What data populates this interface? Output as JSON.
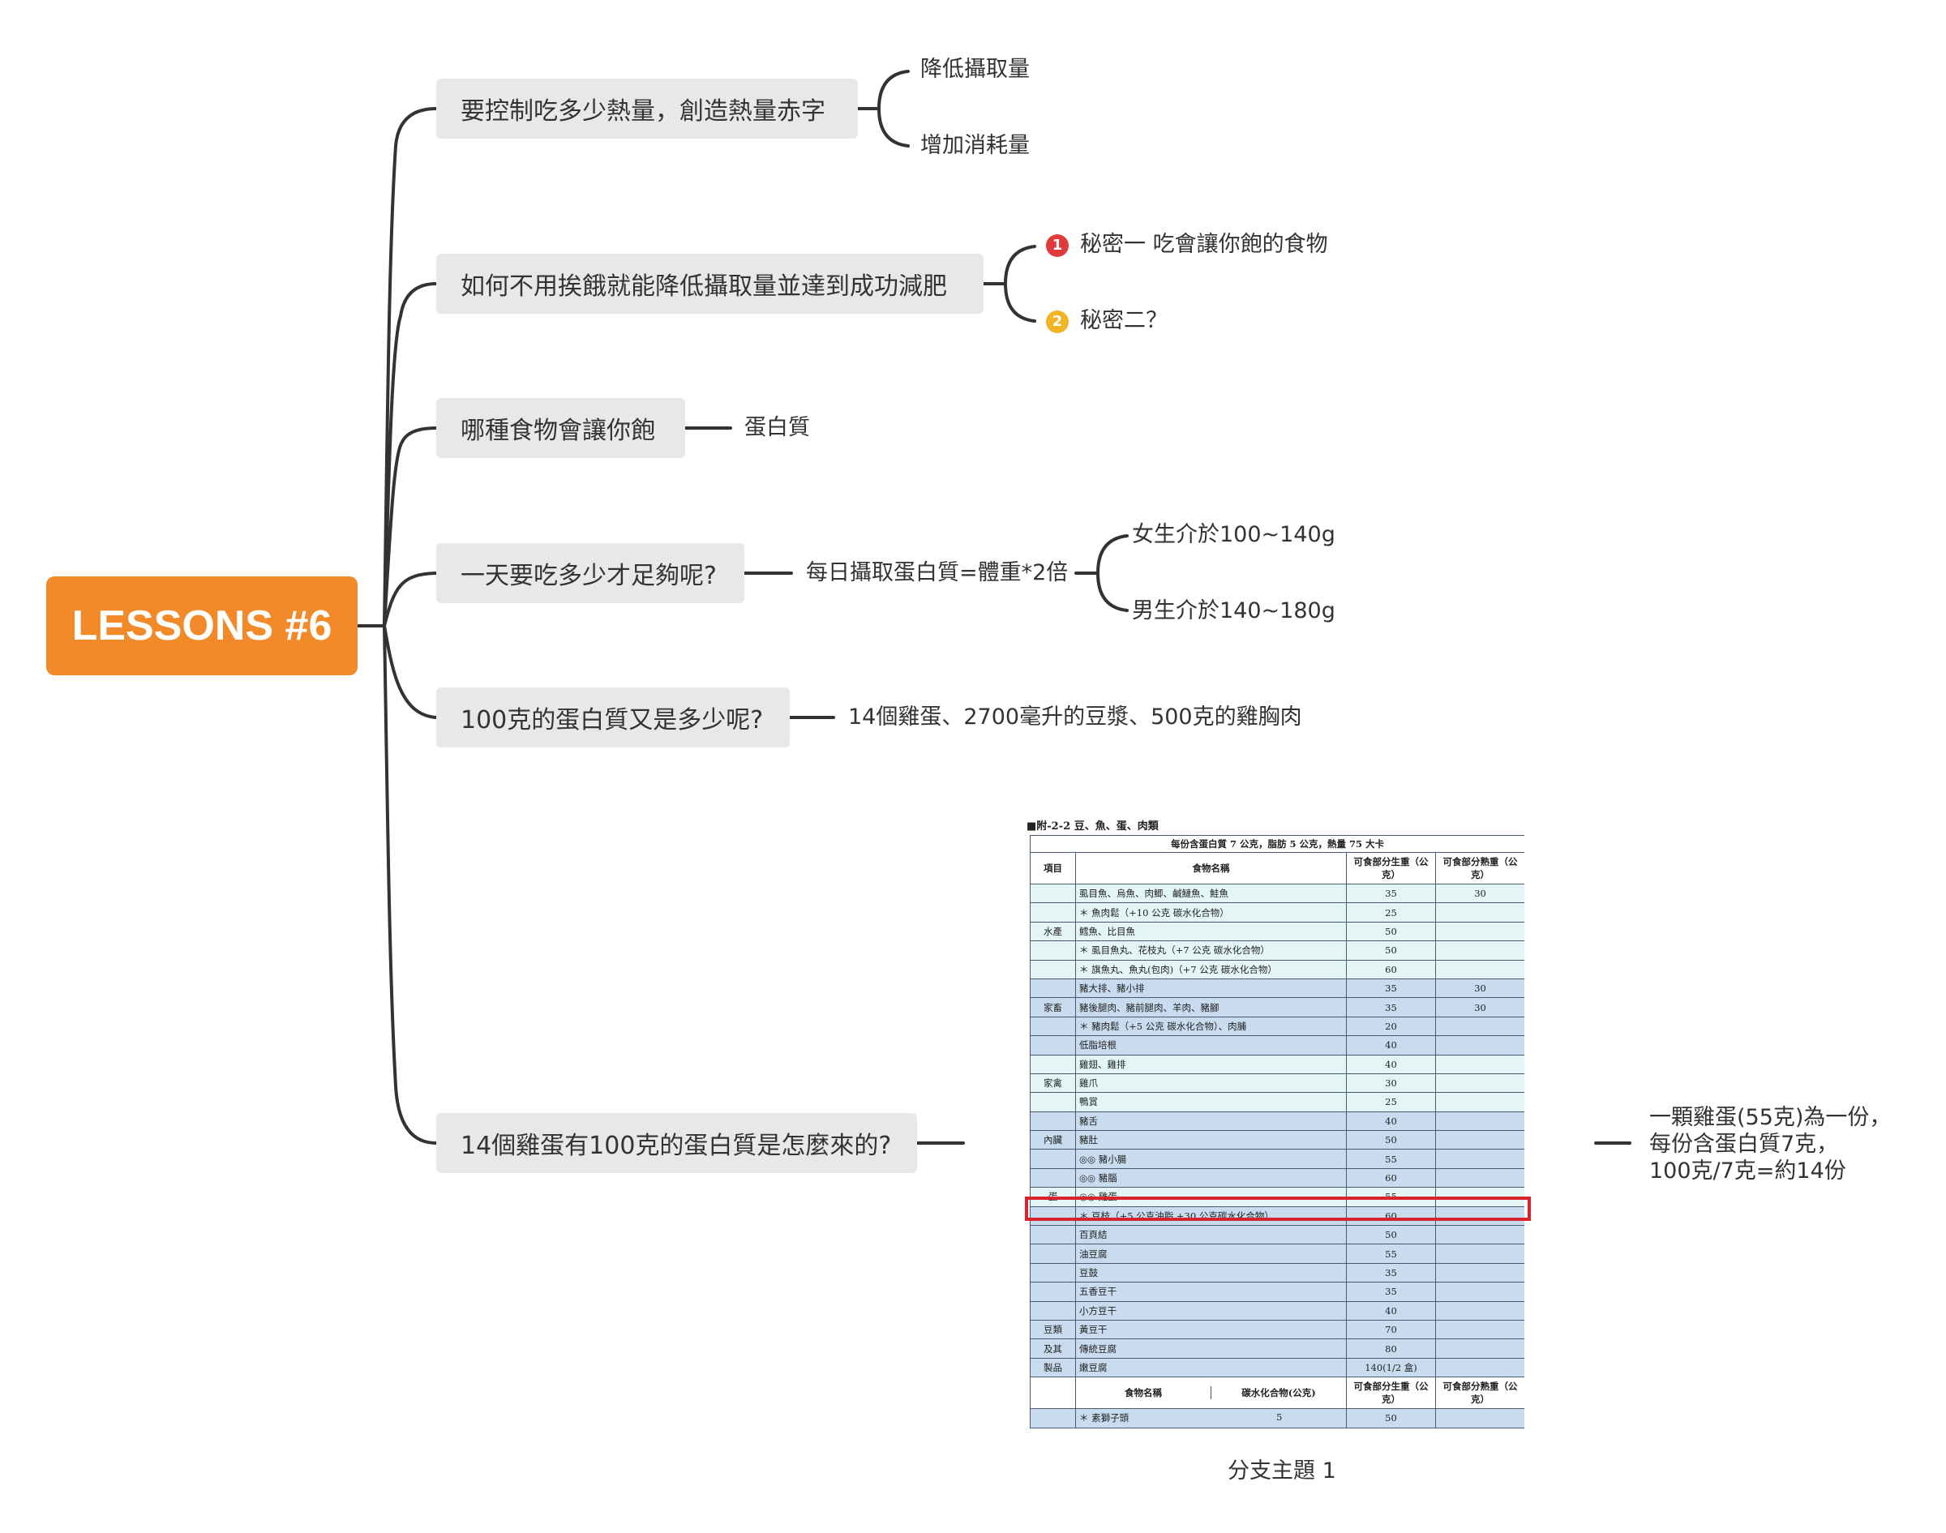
{
  "colors": {
    "root": "#f28a2a",
    "topic_bg": "#e8e8e8",
    "line": "#333333",
    "highlight": "#d9232d",
    "marker1": "#e03a3a",
    "marker2": "#f2b424"
  },
  "root": {
    "label": "LESSONS #6"
  },
  "topics": [
    {
      "label": "要控制吃多少熱量，創造熱量赤字",
      "children": [
        "降低攝取量",
        "增加消耗量"
      ]
    },
    {
      "label": "如何不用挨餓就能降低攝取量並達到成功減肥",
      "children": [
        {
          "marker": "1",
          "label": "秘密一 吃會讓你飽的食物"
        },
        {
          "marker": "2",
          "label": "秘密二？"
        }
      ]
    },
    {
      "label": "哪種食物會讓你飽",
      "children": [
        "蛋白質"
      ]
    },
    {
      "label": "一天要吃多少才足夠呢?",
      "child": "每日攝取蛋白質=體重*2倍",
      "grandchildren": [
        "女生介於100~140g",
        "男生介於140~180g"
      ]
    },
    {
      "label": "100克的蛋白質又是多少呢?",
      "children": [
        "14個雞蛋、2700毫升的豆漿、500克的雞胸肉"
      ]
    },
    {
      "label": "14個雞蛋有100克的蛋白質是怎麼來的?",
      "image_caption": "分支主題 1",
      "note": [
        "一顆雞蛋(55克)為一份，",
        "每份含蛋白質7克，",
        "100克/7克=約14份"
      ]
    }
  ],
  "table": {
    "caption": "■附-2-2 豆、魚、蛋、肉類",
    "banner": "每份含蛋白質 7 公克，脂肪 5 公克，熱量 75 大卡",
    "headers": [
      "項目",
      "食物名稱",
      "可食部分生重（公克）",
      "可食部分熟重（公克）"
    ],
    "rows": [
      {
        "cat": "",
        "name": "虱目魚、烏魚、肉鯽、鹹鰱魚、鮭魚",
        "raw": "35",
        "cooked": "30",
        "group": "water"
      },
      {
        "cat": "",
        "name": "＊ 魚肉鬆（+10 公克 碳水化合物）",
        "raw": "25",
        "cooked": "",
        "group": "water"
      },
      {
        "cat": "水產",
        "name": "鱈魚、比目魚",
        "raw": "50",
        "cooked": "",
        "group": "water"
      },
      {
        "cat": "",
        "name": "＊ 虱目魚丸、花枝丸（+7 公克 碳水化合物）",
        "raw": "50",
        "cooked": "",
        "group": "water"
      },
      {
        "cat": "",
        "name": "＊ 旗魚丸、魚丸(包肉)（+7 公克 碳水化合物）",
        "raw": "60",
        "cooked": "",
        "group": "water"
      },
      {
        "cat": "",
        "name": "豬大排、豬小排",
        "raw": "35",
        "cooked": "30",
        "group": "live"
      },
      {
        "cat": "家畜",
        "name": "豬後腿肉、豬前腿肉、羊肉、豬腳",
        "raw": "35",
        "cooked": "30",
        "group": "live"
      },
      {
        "cat": "",
        "name": "＊ 豬肉鬆（+5 公克 碳水化合物）、肉脯",
        "raw": "20",
        "cooked": "",
        "group": "live"
      },
      {
        "cat": "",
        "name": "低脂培根",
        "raw": "40",
        "cooked": "",
        "group": "live"
      },
      {
        "cat": "",
        "name": "雞翅、雞排",
        "raw": "40",
        "cooked": "",
        "group": "poul"
      },
      {
        "cat": "家禽",
        "name": "雞爪",
        "raw": "30",
        "cooked": "",
        "group": "poul"
      },
      {
        "cat": "",
        "name": "鴨賞",
        "raw": "25",
        "cooked": "",
        "group": "poul"
      },
      {
        "cat": "",
        "name": "豬舌",
        "raw": "40",
        "cooked": "",
        "group": "offal"
      },
      {
        "cat": "內臟",
        "name": "豬肚",
        "raw": "50",
        "cooked": "",
        "group": "offal"
      },
      {
        "cat": "",
        "name": "◎◎ 豬小腸",
        "raw": "55",
        "cooked": "",
        "group": "offal"
      },
      {
        "cat": "",
        "name": "◎◎ 豬腦",
        "raw": "60",
        "cooked": "",
        "group": "offal"
      },
      {
        "cat": "蛋",
        "name": "◎◎ 雞蛋",
        "raw": "55",
        "cooked": "",
        "group": "egg"
      },
      {
        "cat": "",
        "name": "＊ 豆枝（+5 公克油脂 +30 公克碳水化合物）",
        "raw": "60",
        "cooked": "",
        "group": "bean"
      },
      {
        "cat": "",
        "name": "百頁結",
        "raw": "50",
        "cooked": "",
        "group": "bean"
      },
      {
        "cat": "",
        "name": "油豆腐",
        "raw": "55",
        "cooked": "",
        "group": "bean"
      },
      {
        "cat": "",
        "name": "豆鼓",
        "raw": "35",
        "cooked": "",
        "group": "bean"
      },
      {
        "cat": "",
        "name": "五香豆干",
        "raw": "35",
        "cooked": "",
        "group": "bean"
      },
      {
        "cat": "",
        "name": "小方豆干",
        "raw": "40",
        "cooked": "",
        "group": "bean"
      },
      {
        "cat": "豆類",
        "name": "黃豆干",
        "raw": "70",
        "cooked": "",
        "group": "bean"
      },
      {
        "cat": "及其",
        "name": "傳統豆腐",
        "raw": "80",
        "cooked": "",
        "group": "bean"
      },
      {
        "cat": "製品",
        "name": "嫩豆腐",
        "raw": "140(1/2 盒)",
        "cooked": "",
        "group": "bean"
      }
    ],
    "sub_headers": [
      "食物名稱",
      "碳水化合物(公克)",
      "可食部分生重（公克）",
      "可食部分熟重（公克）"
    ],
    "last_row": {
      "name": "＊ 素獅子頭",
      "carb": "5",
      "raw": "50",
      "cooked": ""
    }
  }
}
